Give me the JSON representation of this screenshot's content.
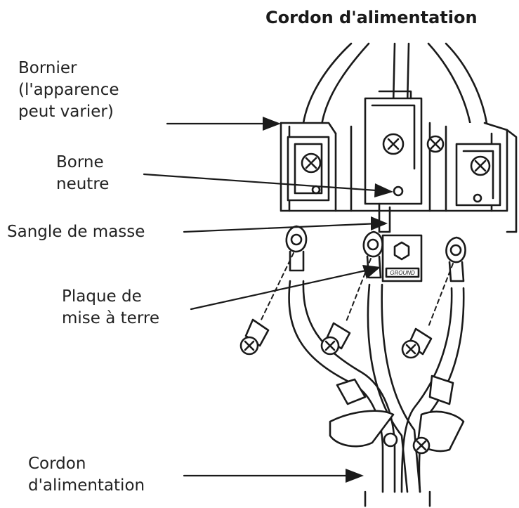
{
  "diagram": {
    "title": "Cordon d'alimentation",
    "labels": {
      "terminal_block": "Bornier\n(l'apparence\npeut varier)",
      "neutral_terminal": "Borne\nneutre",
      "ground_strap": "Sangle de masse",
      "ground_plate": "Plaque de\nmise à terre",
      "power_cord": "Cordon\nd'alimentation"
    },
    "plate_marking": "GROUND"
  }
}
